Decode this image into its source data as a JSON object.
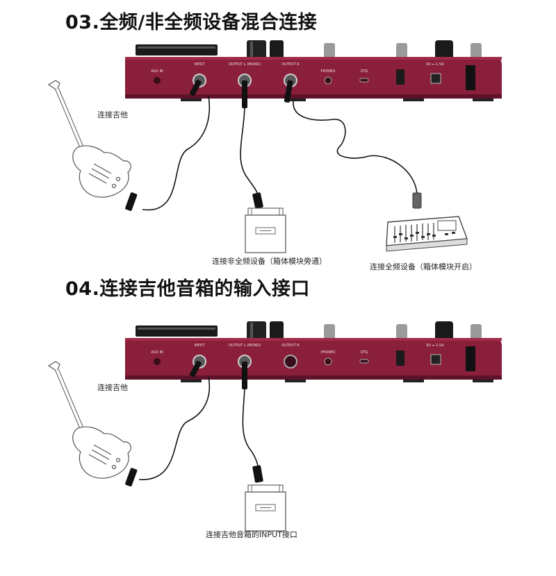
{
  "sections": [
    {
      "title": "03.全频/非全频设备混合连接",
      "guitar_label": "连接吉他",
      "amp_label": "连接非全频设备（箱体模块旁通）",
      "mixer_label": "连接全频设备（箱体模块开启）"
    },
    {
      "title": "04.连接吉他音箱的输入接口",
      "guitar_label": "连接吉他",
      "amp_label": "连接吉他音箱的INPUT接口"
    }
  ],
  "panel": {
    "jacks": [
      "AUX IN",
      "INPUT",
      "OUTPUT L (MONO)",
      "OUTPUT R",
      "PHONES",
      "OTG",
      "9V ⎓ 1.5A"
    ]
  },
  "colors": {
    "panel": "#8a1f3b",
    "panel_dark": "#5e1227",
    "cable": "#111111",
    "line_art": "#555555"
  }
}
